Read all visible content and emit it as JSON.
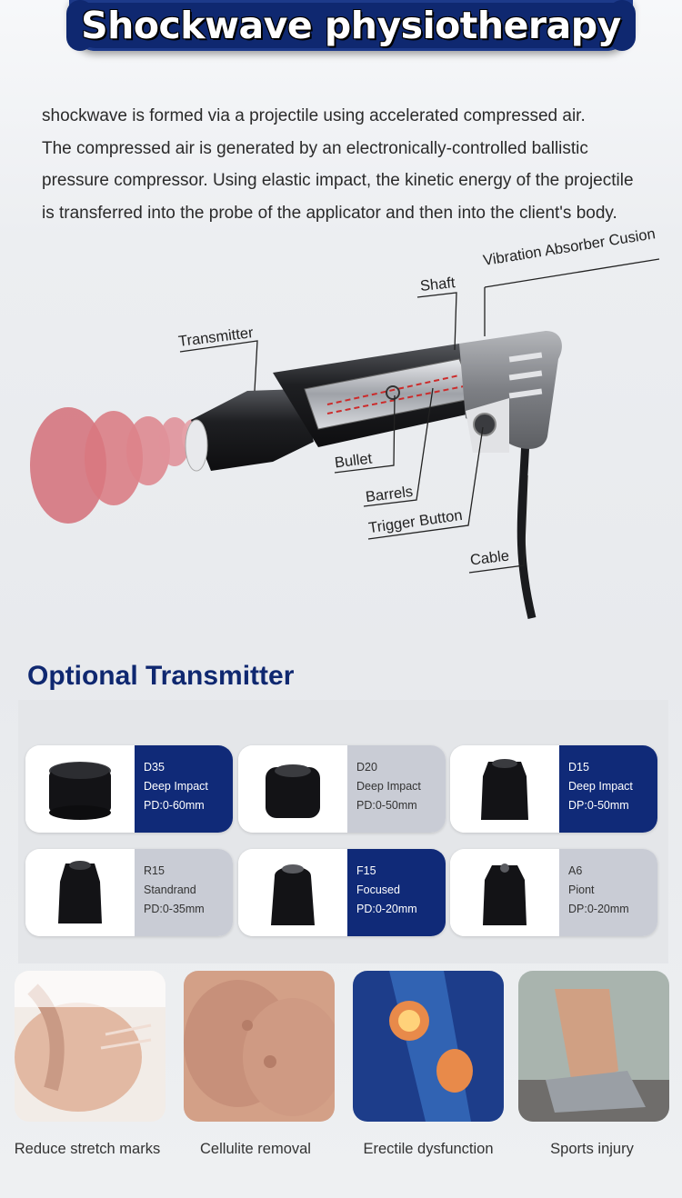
{
  "header": {
    "title": "Shockwave physiotherapy"
  },
  "intro": {
    "lines": [
      "shockwave is formed via a projectile using accelerated compressed air.",
      "The compressed air is generated by an electronically-controlled ballistic",
      "pressure compressor. Using elastic impact, the kinetic energy of the projectile",
      "is transferred into the probe of the applicator and then into the client's body."
    ]
  },
  "diagram": {
    "labels": {
      "transmitter": "Transmitter",
      "shaft": "Shaft",
      "vibration": "Vibration Absorber Cusion",
      "bullet": "Bullet",
      "barrels": "Barrels",
      "trigger": "Trigger Button",
      "cable": "Cable"
    },
    "colors": {
      "wave": "#d9787f",
      "device": "#2a2a2e",
      "handle": "#8a8c90"
    }
  },
  "transmitters": {
    "title": "Optional Transmitter",
    "items": [
      {
        "name": "D35",
        "line2": "Deep Impact",
        "line3": "PD:0-60mm",
        "style": "dark"
      },
      {
        "name": "D20",
        "line2": "Deep Impact",
        "line3": "PD:0-50mm",
        "style": "light"
      },
      {
        "name": "D15",
        "line2": "Deep Impact",
        "line3": "DP:0-50mm",
        "style": "dark"
      },
      {
        "name": "R15",
        "line2": "Standrand",
        "line3": "PD:0-35mm",
        "style": "light"
      },
      {
        "name": "F15",
        "line2": "Focused",
        "line3": "PD:0-20mm",
        "style": "dark"
      },
      {
        "name": "A6",
        "line2": "Piont",
        "line3": "DP:0-20mm",
        "style": "light"
      }
    ]
  },
  "applications": [
    {
      "label": "Reduce stretch marks"
    },
    {
      "label": "Cellulite removal"
    },
    {
      "label": "Erectile dysfunction"
    },
    {
      "label": "Sports injury"
    }
  ],
  "colors": {
    "navy": "#0f2870",
    "card_dark": "#102a78",
    "card_light": "#c9ccd5"
  }
}
